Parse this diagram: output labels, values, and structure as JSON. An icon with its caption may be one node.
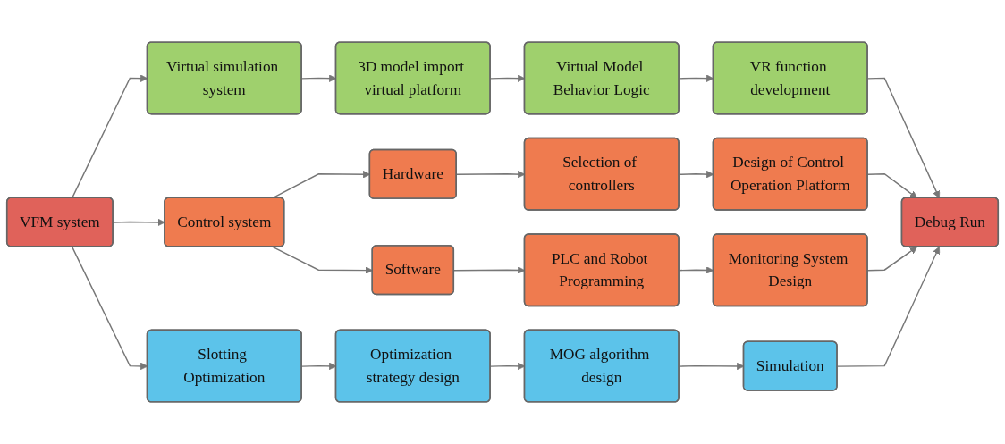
{
  "diagram": {
    "nodes": [
      {
        "text": [
          "VFM system"
        ]
      },
      {
        "text": [
          "Virtual simulation system"
        ]
      },
      {
        "text": [
          "3D model import virtual platform"
        ]
      },
      {
        "text": [
          "Virtual Model Behavior Logic"
        ]
      },
      {
        "text": [
          "VR function development"
        ]
      },
      {
        "text": [
          "Control system"
        ]
      },
      {
        "text": [
          "Hardware"
        ]
      },
      {
        "text": [
          "Selection of controllers"
        ]
      },
      {
        "text": [
          "Design of Control Operation Platform"
        ]
      },
      {
        "text": [
          "Software"
        ]
      },
      {
        "text": [
          "PLC and Robot Programming"
        ]
      },
      {
        "text": [
          "Monitoring System Design"
        ]
      },
      {
        "text": [
          "Slotting Optimization"
        ]
      },
      {
        "text": [
          "Optimization strategy design"
        ]
      },
      {
        "text": [
          "MOG algorithm design"
        ]
      },
      {
        "text": [
          "Simulation"
        ]
      },
      {
        "text": [
          "Debug Run"
        ]
      }
    ],
    "edges": [
      {
        "from": 0,
        "to": 1,
        "arrow": "to"
      },
      {
        "from": 0,
        "to": 5,
        "arrow": "to"
      },
      {
        "from": 0,
        "to": 12,
        "arrow": "to"
      },
      {
        "from": 1,
        "to": 2,
        "arrow": "to"
      },
      {
        "from": 2,
        "to": 3,
        "arrow": "to"
      },
      {
        "from": 3,
        "to": 4,
        "arrow": "to"
      },
      {
        "from": 5,
        "to": 6,
        "arrow": "to"
      },
      {
        "from": 5,
        "to": 9,
        "arrow": "to"
      },
      {
        "from": 6,
        "to": 7,
        "arrow": "to"
      },
      {
        "from": 7,
        "to": 8,
        "arrow": "to"
      },
      {
        "from": 9,
        "to": 10,
        "arrow": "to"
      },
      {
        "from": 10,
        "to": 11,
        "arrow": "to"
      },
      {
        "from": 12,
        "to": 13,
        "arrow": "to"
      },
      {
        "from": 13,
        "to": 14,
        "arrow": "to"
      },
      {
        "from": 14,
        "to": 15,
        "arrow": "to"
      },
      {
        "from": 4,
        "to": 16,
        "arrow": "to"
      },
      {
        "from": 8,
        "to": 16,
        "arrow": "to"
      },
      {
        "from": 11,
        "to": 16,
        "arrow": "to"
      },
      {
        "from": 15,
        "to": 16,
        "arrow": "to"
      }
    ]
  }
}
